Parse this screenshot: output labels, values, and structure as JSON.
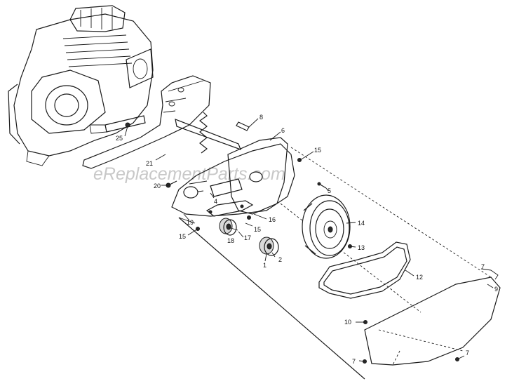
{
  "watermark": "eReplacementParts.com",
  "callouts": {
    "c1": "1",
    "c2": "2",
    "c4": "4",
    "c5": "5",
    "c6": "6",
    "c7a": "7",
    "c7b": "7",
    "c7c": "7",
    "c8": "8",
    "c9": "9",
    "c10": "10",
    "c12": "12",
    "c13": "13",
    "c14": "14",
    "c15a": "15",
    "c15b": "15",
    "c15c": "15",
    "c16": "16",
    "c17": "17",
    "c18": "18",
    "c19": "19",
    "c20": "20",
    "c21": "21",
    "c25": "25"
  }
}
